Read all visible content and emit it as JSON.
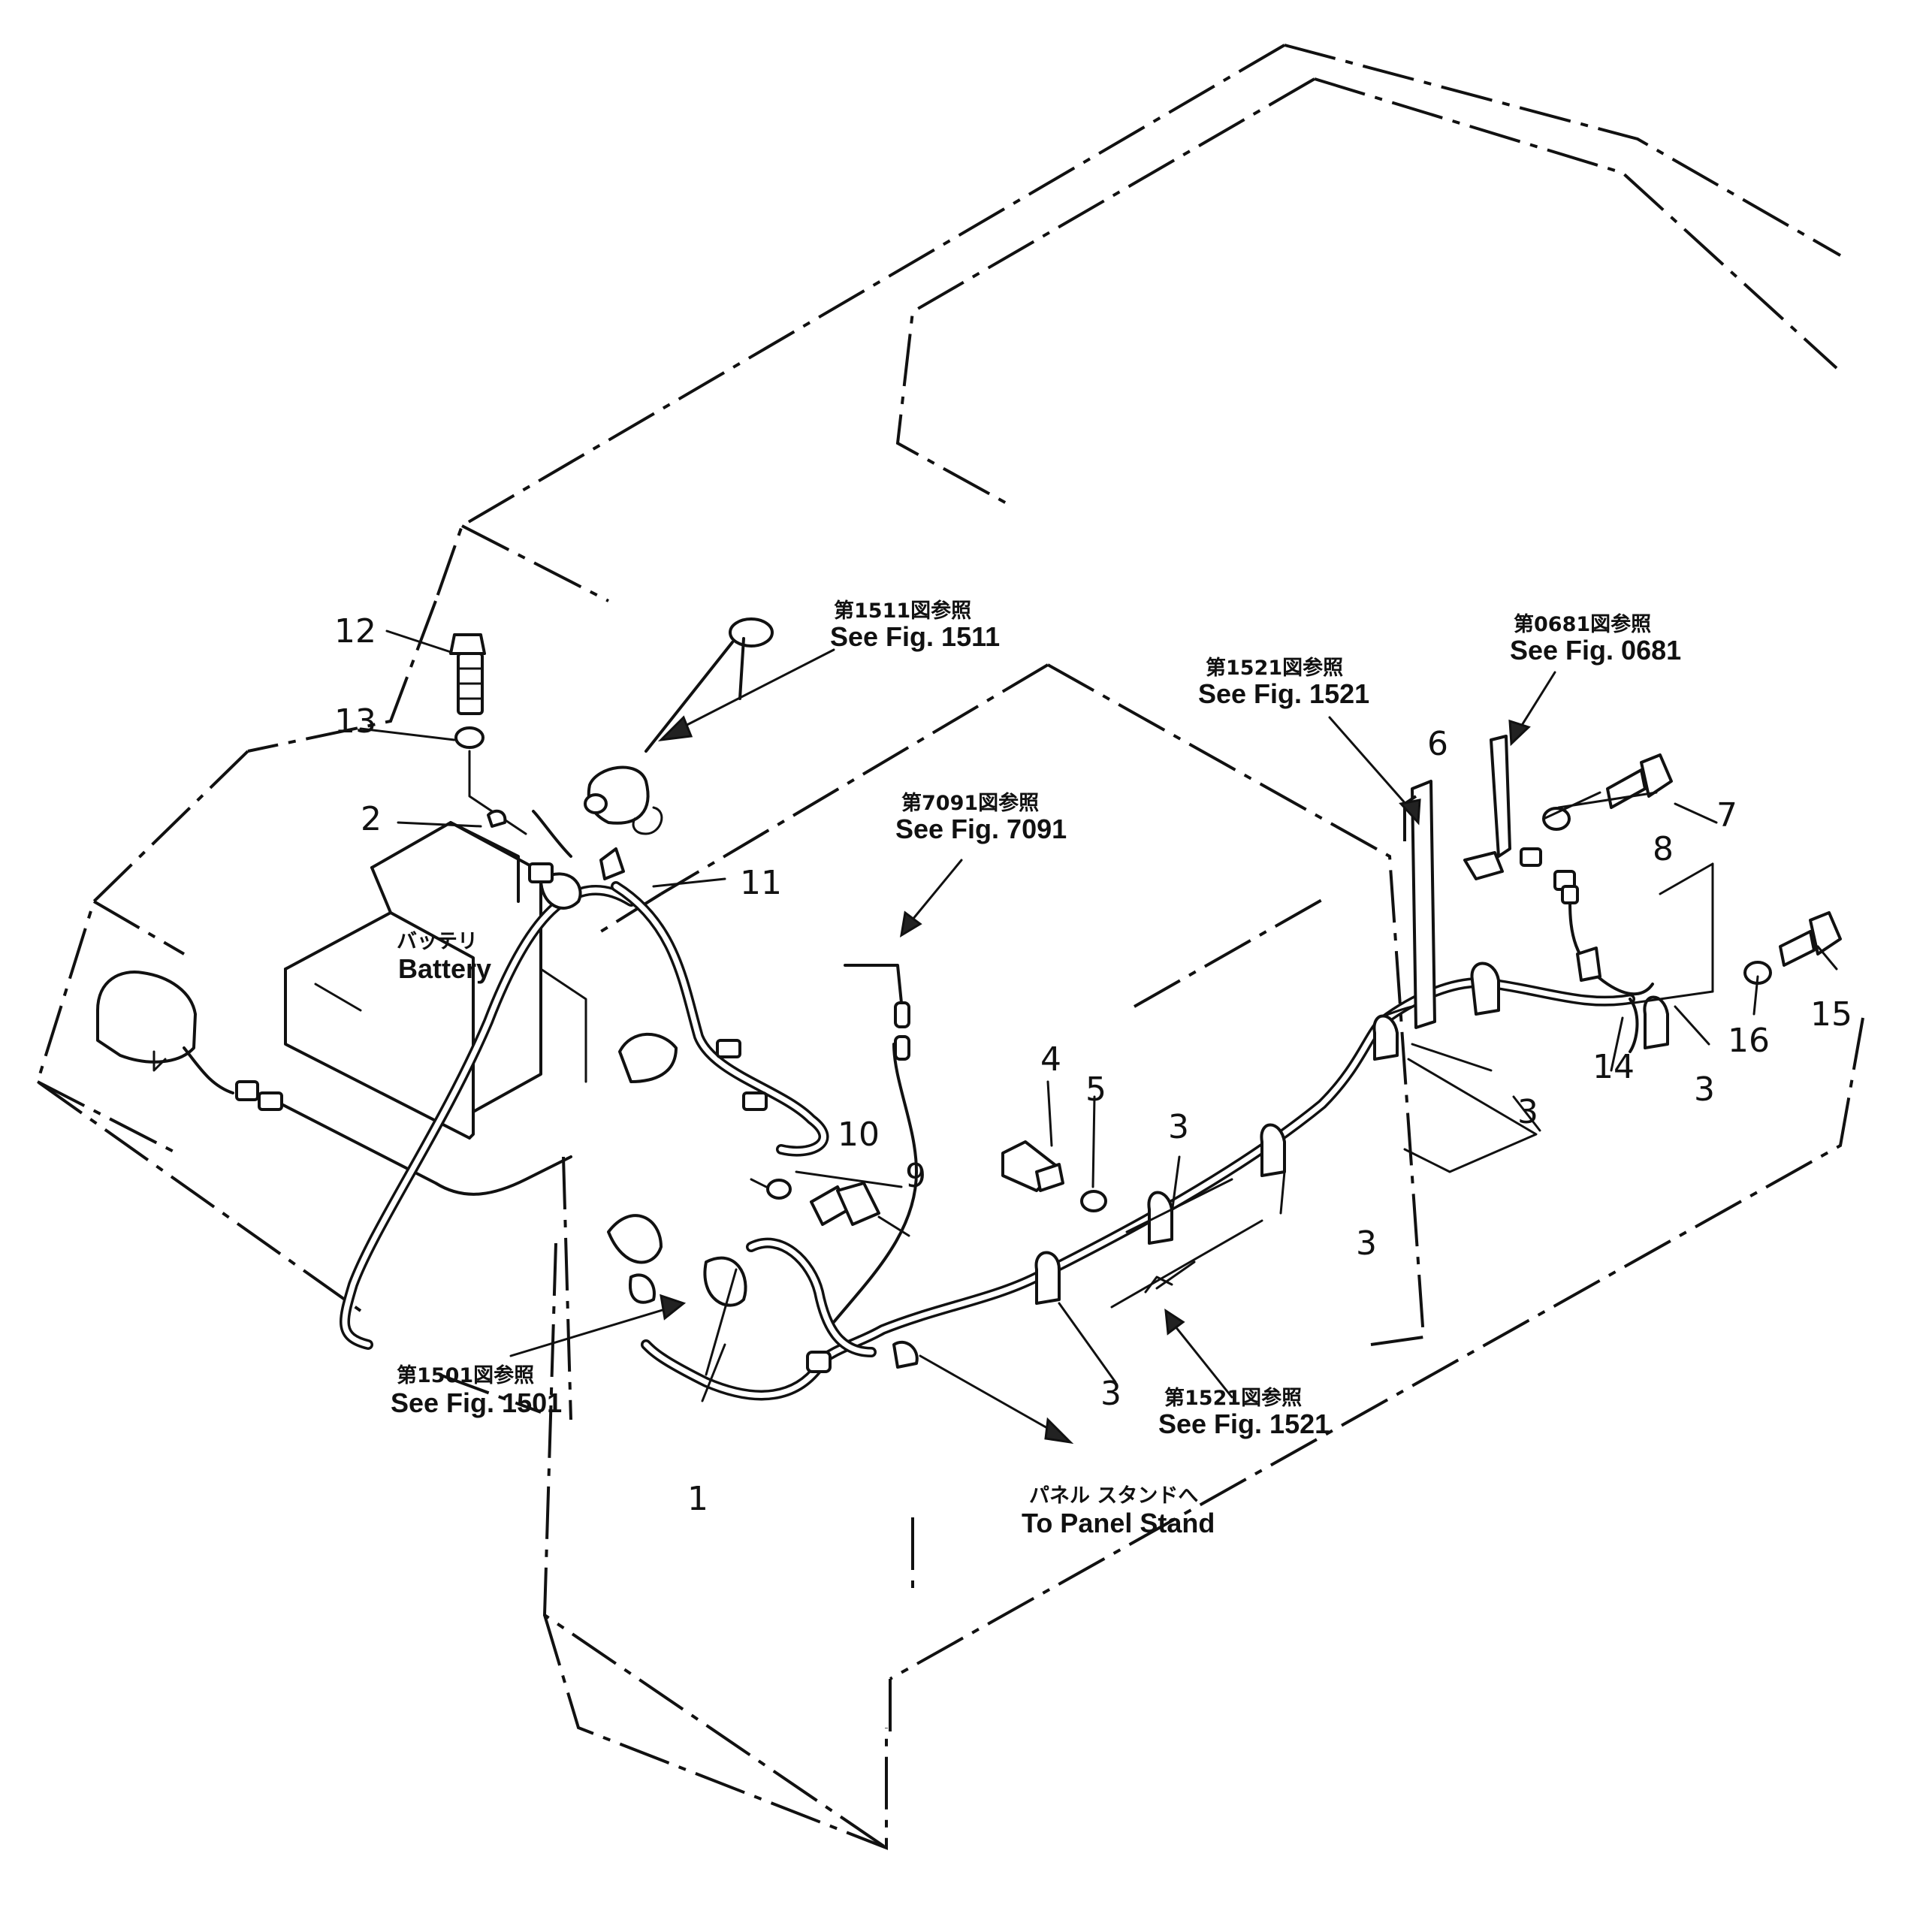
{
  "labels": {
    "battery_jp": "バッテリ",
    "battery_en": "Battery",
    "panel_stand_jp": "パネル スタンドへ",
    "panel_stand_en": "To Panel Stand"
  },
  "references": [
    {
      "jp": "第1511図参照",
      "en": "See Fig. 1511"
    },
    {
      "jp": "第1521図参照",
      "en": "See Fig. 1521"
    },
    {
      "jp": "第0681図参照",
      "en": "See Fig. 0681"
    },
    {
      "jp": "第7091図参照",
      "en": "See Fig. 7091"
    },
    {
      "jp": "第1501図参照",
      "en": "See Fig. 1501"
    },
    {
      "jp": "第1521図参照",
      "en": "See Fig. 1521"
    }
  ],
  "callouts": [
    "12",
    "13",
    "2",
    "11",
    "1",
    "4",
    "5",
    "3",
    "10",
    "9",
    "3",
    "3",
    "3",
    "6",
    "7",
    "8",
    "14",
    "3",
    "16",
    "15",
    "3"
  ]
}
